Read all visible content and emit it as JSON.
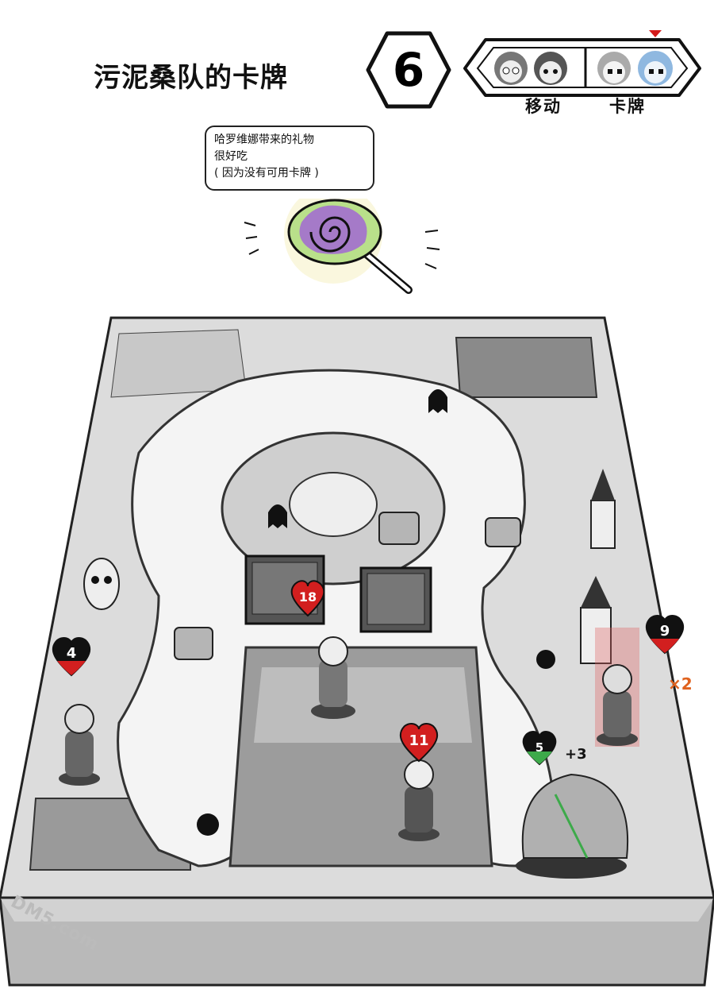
{
  "header": {
    "title": "污泥桑队的卡牌",
    "round_number": "6",
    "turn_labels": [
      "移动",
      "卡牌"
    ],
    "active_turn_marker_color": "#d41a1a"
  },
  "speech_bubble": {
    "lines": [
      "哈罗维娜带来的礼物",
      "很好吃",
      "( 因为没有可用卡牌 )"
    ]
  },
  "board": {
    "hp_badges": {
      "deck": "18",
      "left_player": "4",
      "right_player": "9",
      "center_player": "11",
      "monster": "5"
    },
    "multiplier": "×2",
    "monster_bonus": "+3",
    "colors": {
      "heart_red": "#d21f1f",
      "heart_black": "#111111",
      "monster_green": "#3daa4a",
      "accent_orange": "#e0631f"
    }
  },
  "watermark": "DM5.com"
}
